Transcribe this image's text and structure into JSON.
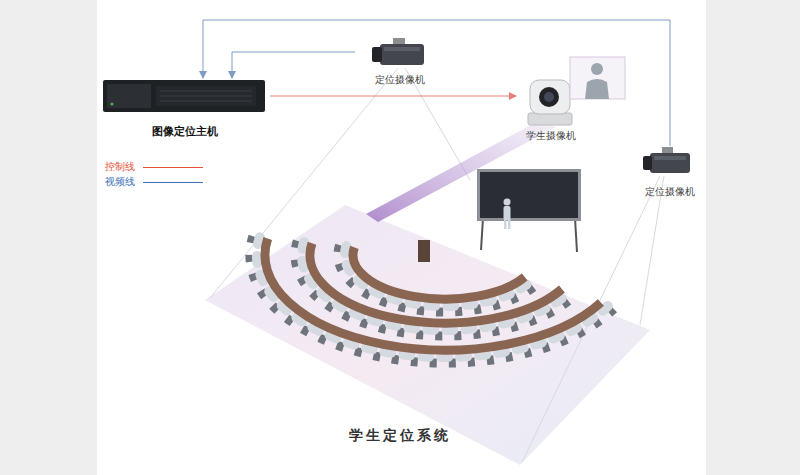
{
  "diagram": {
    "title": "学生定位系统",
    "nodes": [
      {
        "text": [
          "图像定位主机"
        ]
      },
      {
        "text": [
          "定位摄像机"
        ]
      },
      {
        "text": [
          "学生摄像机"
        ]
      },
      {
        "text": [
          "定位摄像机"
        ]
      }
    ],
    "edges": [
      {
        "from": 1,
        "to": 0,
        "arrow": "to"
      },
      {
        "from": 3,
        "to": 0,
        "arrow": "to"
      },
      {
        "from": 0,
        "to": 2,
        "arrow": "to"
      }
    ],
    "legend": [
      {
        "text": "控制线",
        "color": "#e8503a"
      },
      {
        "text": "视频线",
        "color": "#3d6fb6"
      }
    ]
  }
}
